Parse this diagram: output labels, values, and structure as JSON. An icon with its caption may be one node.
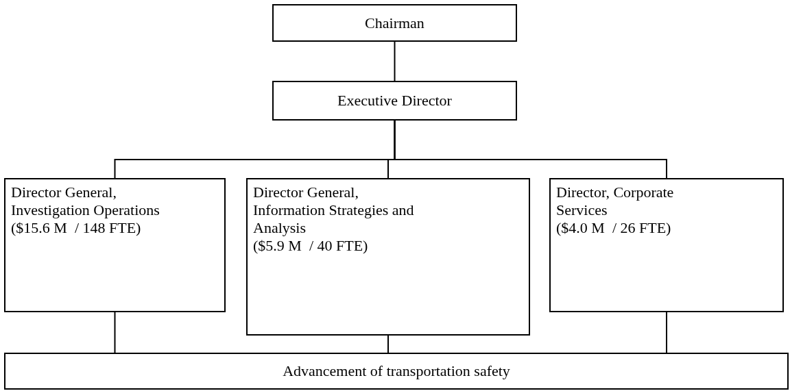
{
  "diagram": {
    "nodes": [
      {
        "text": [
          "Chairman"
        ]
      },
      {
        "text": [
          "Executive Director"
        ]
      },
      {
        "text": [
          "Director General, Investigation Operations",
          "($15.6 M  / 148 FTE)"
        ]
      },
      {
        "text": [
          "Director General, Information Strategies and Analysis",
          "($5.9 M  / 40 FTE)"
        ]
      },
      {
        "text": [
          "Director, Corporate Services",
          "($4.0 M  / 26 FTE)"
        ]
      },
      {
        "text": [
          "Advancement of transportation safety"
        ]
      }
    ],
    "edges": [
      {
        "from": 0,
        "to": 1,
        "arrow": "none"
      },
      {
        "from": 1,
        "to": 2,
        "arrow": "none"
      },
      {
        "from": 1,
        "to": 3,
        "arrow": "none"
      },
      {
        "from": 1,
        "to": 4,
        "arrow": "none"
      },
      {
        "from": 2,
        "to": 5,
        "arrow": "none"
      },
      {
        "from": 3,
        "to": 5,
        "arrow": "none"
      },
      {
        "from": 4,
        "to": 5,
        "arrow": "none"
      }
    ]
  }
}
